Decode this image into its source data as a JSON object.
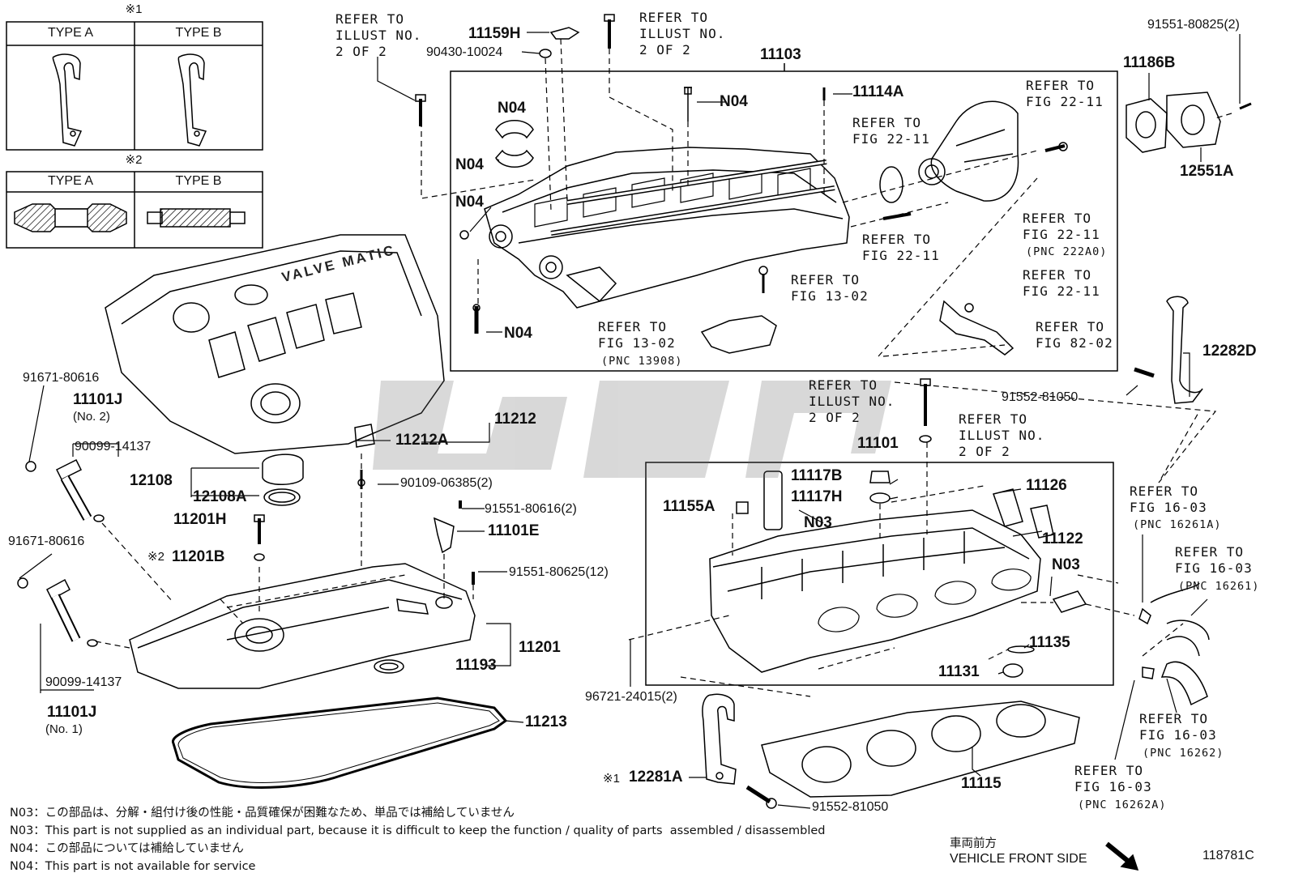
{
  "table1": {
    "mark": "※1",
    "col_a": "TYPE A",
    "col_b": "TYPE B"
  },
  "table2": {
    "mark": "※2",
    "col_a": "TYPE A",
    "col_b": "TYPE B"
  },
  "refs": {
    "illust_top_left": [
      "REFER TO",
      "ILLUST NO.",
      "2 OF 2"
    ],
    "illust_top_mid": [
      "REFER TO",
      "ILLUST NO.",
      "2 OF 2"
    ],
    "fig2211_a": [
      "REFER TO",
      "FIG 22-11"
    ],
    "fig2211_b": [
      "REFER TO",
      "FIG 22-11"
    ],
    "fig2211_c": [
      "REFER TO",
      "FIG 22-11"
    ],
    "fig2211_pnc": [
      "REFER TO",
      "FIG 22-11"
    ],
    "fig2211_pnc_sub": "(PNC 222A0)",
    "fig2211_d": [
      "REFER TO",
      "FIG 22-11"
    ],
    "fig1302_a": [
      "REFER TO",
      "FIG 13-02"
    ],
    "fig1302_b": [
      "REFER TO",
      "FIG 13-02"
    ],
    "fig1302_b_sub": "(PNC 13908)",
    "fig8202": [
      "REFER TO",
      "FIG 82-02"
    ],
    "illust_mid_a": [
      "REFER TO",
      "ILLUST NO.",
      "2 OF 2"
    ],
    "illust_mid_b": [
      "REFER TO",
      "ILLUST NO.",
      "2 OF 2"
    ],
    "fig1603_a": [
      "REFER TO",
      "FIG 16-03"
    ],
    "fig1603_a_sub": "(PNC 16261A)",
    "fig1603_b": [
      "REFER TO",
      "FIG 16-03"
    ],
    "fig1603_b_sub": "(PNC 16261)",
    "fig1603_c": [
      "REFER TO",
      "FIG 16-03"
    ],
    "fig1603_c_sub": "(PNC 16262)",
    "fig1603_d": [
      "REFER TO",
      "FIG 16-03"
    ],
    "fig1603_d_sub": "(PNC 16262A)"
  },
  "parts": {
    "p11159H": "11159H",
    "p90430": "90430-10024",
    "p11103": "11103",
    "p91551_80825": "91551-80825(2)",
    "p11186B": "11186B",
    "p12551A": "12551A",
    "p11114A": "11114A",
    "n04_a": "N04",
    "n04_b": "N04",
    "n04_c": "N04",
    "n04_d": "N04",
    "n04_e": "N04",
    "p91671_a": "91671-80616",
    "p11101J_2": "11101J",
    "p11101J_2_sub": "(No. 2)",
    "p90099_a": "90099-14137",
    "p12108": "12108",
    "p12108A": "12108A",
    "p11201H": "11201H",
    "p11201B": "11201B",
    "p11201B_mark": "※2",
    "p91671_b": "91671-80616",
    "p90099_b": "90099-14137",
    "p11101J_1": "11101J",
    "p11101J_1_sub": "(No. 1)",
    "p11212": "11212",
    "p11212A": "11212A",
    "p90109": "90109-06385(2)",
    "p91551_80616": "91551-80616(2)",
    "p11101E": "11101E",
    "p91551_80625": "91551-80625(12)",
    "p11201": "11201",
    "p11193": "11193",
    "p11213": "11213",
    "p12282D": "12282D",
    "p91552_a": "91552-81050",
    "p11101": "11101",
    "p11117B": "11117B",
    "p11117H": "11117H",
    "p11155A": "11155A",
    "n03_a": "N03",
    "p11126": "11126",
    "p11122": "11122",
    "n03_b": "N03",
    "p11135": "11135",
    "p11131": "11131",
    "p96721": "96721-24015(2)",
    "p12281A": "12281A",
    "p12281A_mark": "※1",
    "p11115": "11115",
    "p91552_b": "91552-81050"
  },
  "cover_text": "VALVE MATIC",
  "notes": [
    "N03：この部品は、分解・組付け後の性能・品質確保が困難なため、単品では補給していません",
    "N03：This part is not supplied as an individual part, because it is difficult to keep the function / quality of parts  assembled / disassembled",
    "N04：この部品については補給していません",
    "N04：This part is not available for service"
  ],
  "front": {
    "jp": "車両前方",
    "en": "VEHICLE FRONT SIDE"
  },
  "illust_no": "118781C"
}
